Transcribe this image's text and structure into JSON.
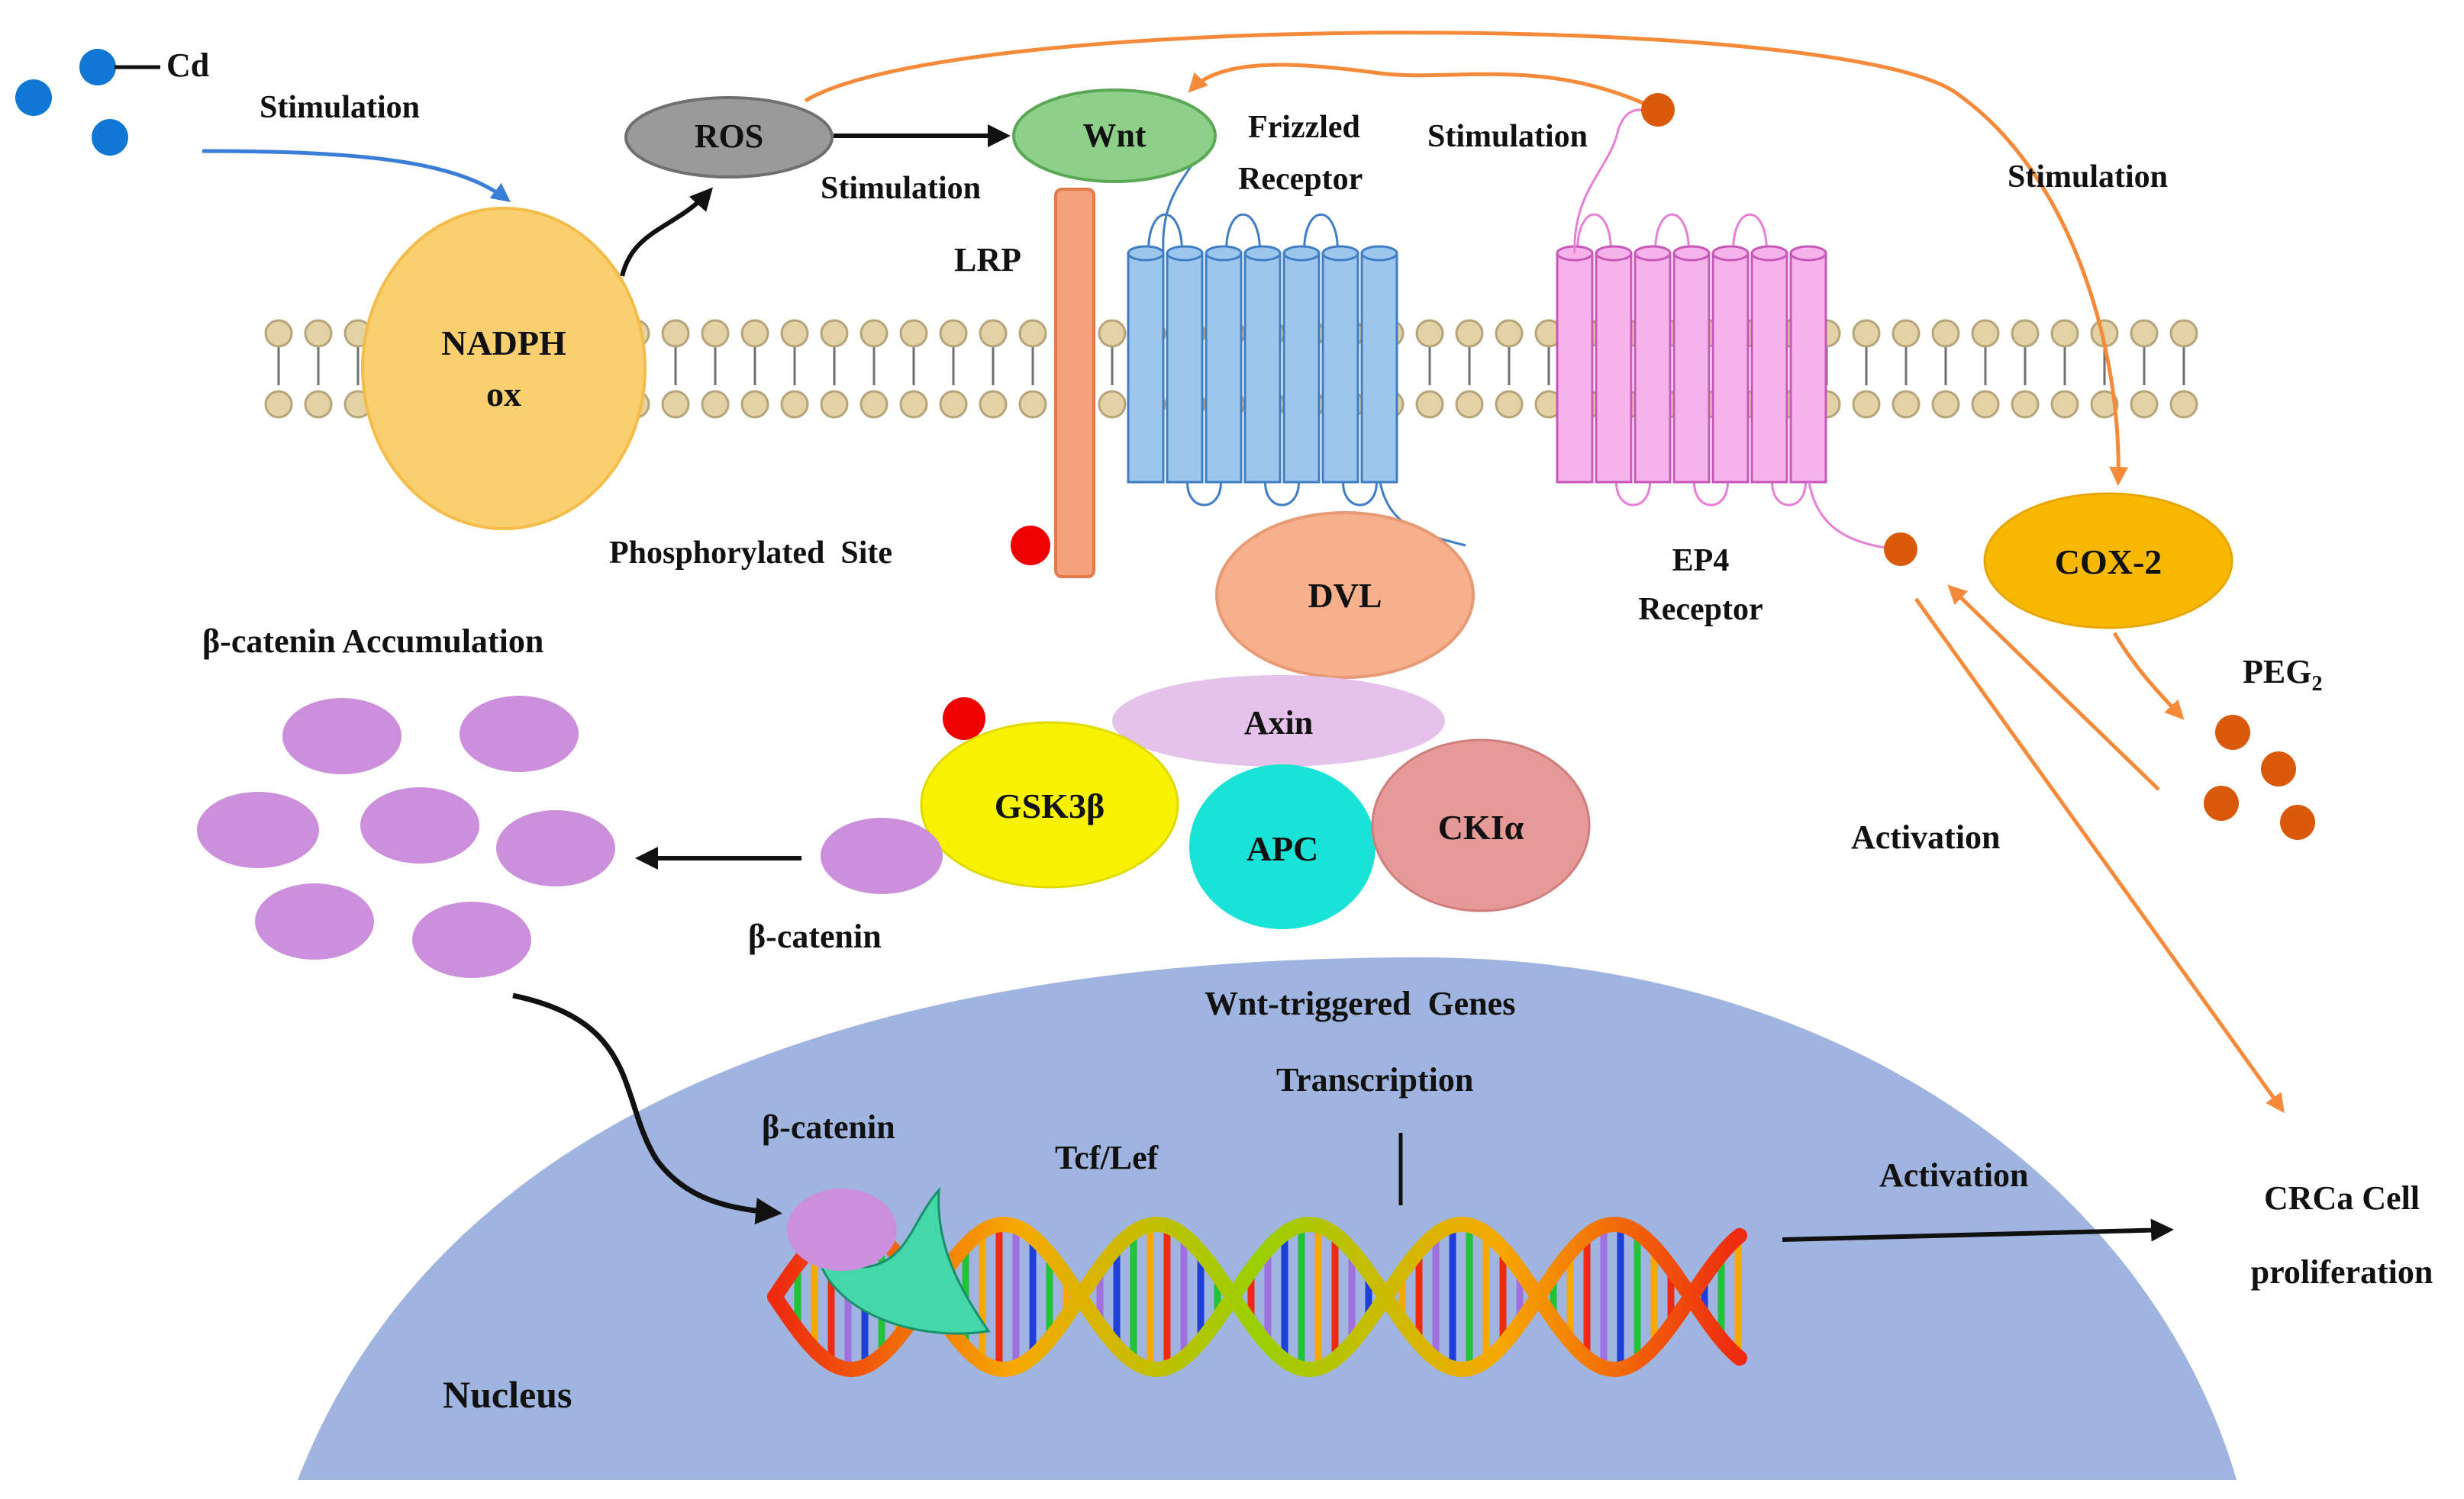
{
  "labels": {
    "cd": "Cd",
    "stim_cd": "Stimulation",
    "ros": "ROS",
    "wnt": "Wnt",
    "stim_ros_wnt": "Stimulation",
    "frizzled_1": "Frizzled",
    "frizzled_2": "Receptor",
    "stim_pge_wnt": "Stimulation",
    "stim_cox": "Stimulation",
    "lrp": "LRP",
    "nadph_1": "NADPH",
    "nadph_2": "ox",
    "phospho_site": "Phosphorylated  Site",
    "dvl": "DVL",
    "ep4_1": "EP4",
    "ep4_2": "Receptor",
    "cox2": "COX-2",
    "peg2": "PEG",
    "peg2_sub": "2",
    "accumulation": "β-catenin Accumulation",
    "axin": "Axin",
    "gsk3b": "GSK3β",
    "apc": "APC",
    "ck1a": "CKIα",
    "activation_ep4": "Activation",
    "beta_catenin_cyto": "β-catenin",
    "wnt_genes": "Wnt-triggered  Genes",
    "transcription": "Transcription",
    "beta_catenin_nuc": "β-catenin",
    "tcf_lef": "Tcf/Lef",
    "activation_prolif": "Activation",
    "crca_1": "CRCa Cell",
    "crca_2": "proliferation",
    "nucleus": "Nucleus"
  },
  "colors": {
    "ros": "#9a9a9a",
    "wnt": "#8ed08a",
    "nadph": "#f9cf6f",
    "lrp": "#f4a07a",
    "frizzled": "#9cc6ec",
    "ep4": "#f6b2ea",
    "dvl": "#f6b08c",
    "axin": "#e4c2ea",
    "gsk3b": "#f7f200",
    "apc": "#19e3d6",
    "ck1a": "#e59a98",
    "cox2": "#f6b800",
    "beta_catenin": "#cc8fdc",
    "nucleus": "#9fb4de",
    "cd": "#1177d4",
    "pge2": "#d85a0a",
    "phospho": "#ee0000",
    "orange_arrow": "#f58a3a",
    "blue_arrow": "#3a7ed8"
  }
}
